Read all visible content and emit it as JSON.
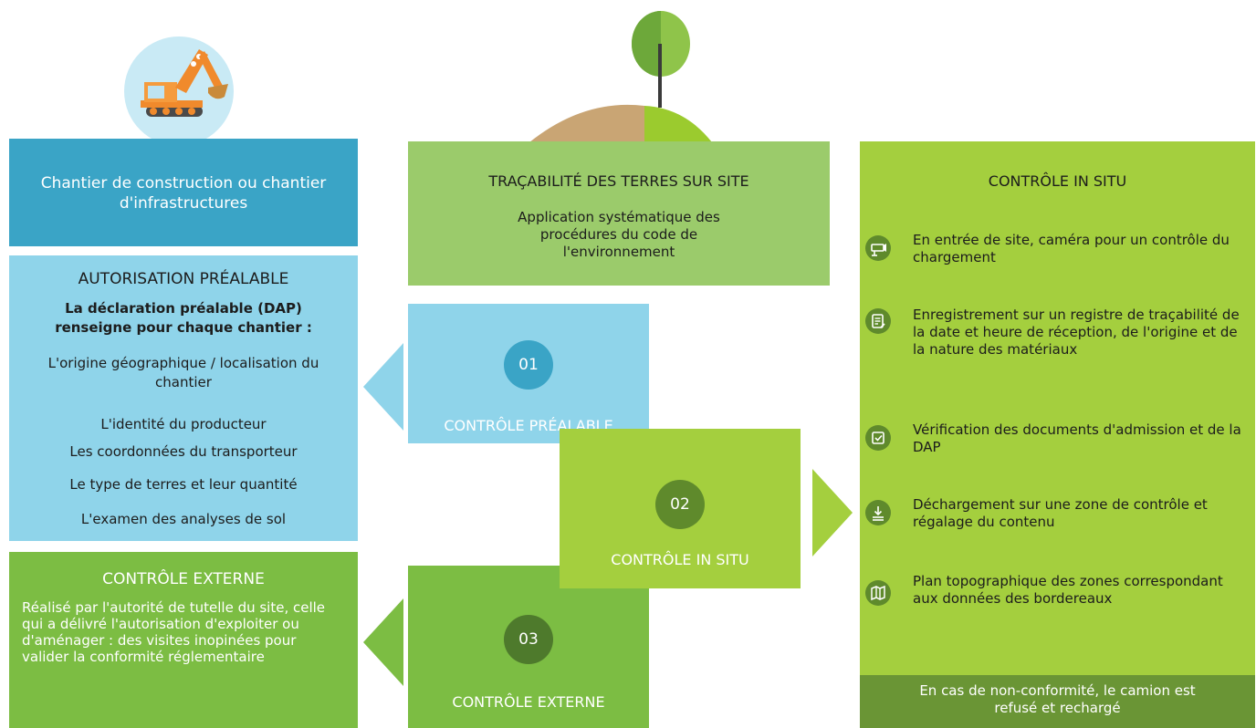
{
  "chantier": {
    "title": "Chantier de construction ou chantier d'infrastructures"
  },
  "autorisation": {
    "heading": "AUTORISATION PRÉALABLE",
    "intro": "La déclaration préalable (DAP) renseigne pour chaque chantier :",
    "items": [
      "L'origine géographique / localisation du chantier",
      "L'identité du producteur",
      "Les coordonnées du transporteur",
      "Le type de terres et leur quantité",
      "L'examen des analyses de sol"
    ]
  },
  "externe": {
    "heading": "CONTRÔLE EXTERNE",
    "text": "Réalisé par l'autorité de tutelle du site, celle qui a délivré l'autorisation d'exploiter ou d'aménager : des visites inopinées pour valider la conformité réglementaire"
  },
  "tracabilite": {
    "heading": "TRAÇABILITÉ DES TERRES SUR SITE",
    "text": "Application systématique des procédures du code de l'environnement"
  },
  "steps": [
    {
      "num": "01",
      "label": "CONTRÔLE PRÉALABLE"
    },
    {
      "num": "02",
      "label": "CONTRÔLE IN SITU"
    },
    {
      "num": "03",
      "label": "CONTRÔLE EXTERNE"
    }
  ],
  "insitu": {
    "heading": "CONTRÔLE IN SITU",
    "items": [
      {
        "icon": "camera-icon",
        "text": "En entrée de site, caméra pour un contrôle du chargement"
      },
      {
        "icon": "document-edit-icon",
        "text": "Enregistrement sur un registre de traçabilité de la date et heure de réception, de l'origine et de la nature des matériaux"
      },
      {
        "icon": "checkbox-icon",
        "text": "Vérification des documents d'admission et de la DAP"
      },
      {
        "icon": "download-icon",
        "text": "Déchargement sur une zone de contrôle et régalage du contenu"
      },
      {
        "icon": "map-icon",
        "text": "Plan topographique des zones correspondant aux données des bordereaux"
      }
    ],
    "footer": "En cas de non-conformité, le camion est refusé et rechargé"
  },
  "colors": {
    "blue_dark": "#3aa4c6",
    "blue_light": "#8fd4ea",
    "green_mid": "#7cbd43",
    "green_light": "#a4cf3e",
    "green_pale": "#9bcb6b",
    "green_dark": "#6a9535"
  }
}
